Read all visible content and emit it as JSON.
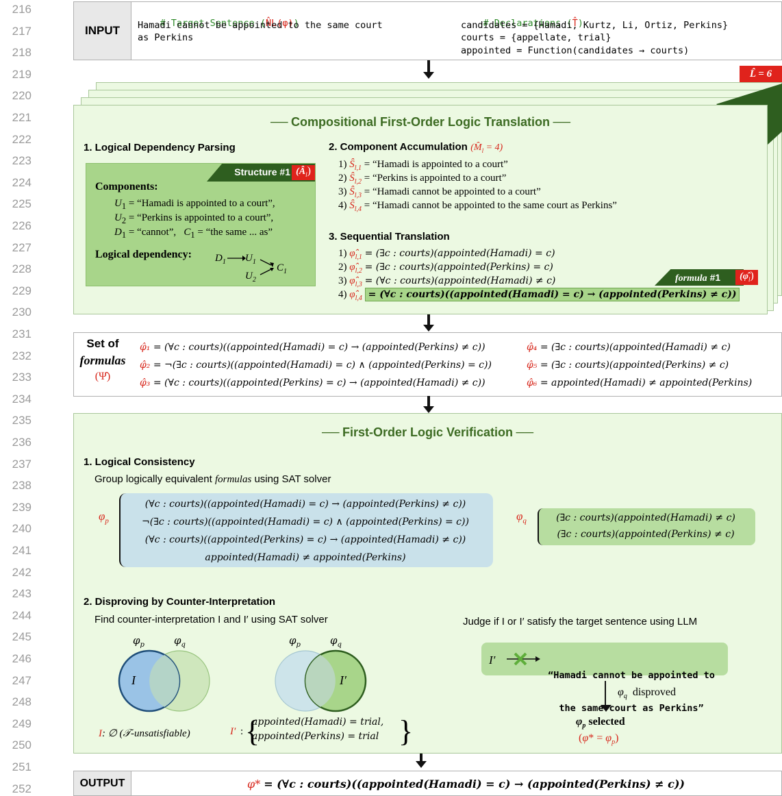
{
  "line_numbers": [
    "216",
    "217",
    "218",
    "219",
    "220",
    "221",
    "222",
    "223",
    "224",
    "225",
    "226",
    "227",
    "228",
    "229",
    "230",
    "231",
    "232",
    "233",
    "234",
    "235",
    "236",
    "237",
    "238",
    "239",
    "240",
    "241",
    "242",
    "243",
    "244",
    "245",
    "246",
    "247",
    "248",
    "249",
    "250",
    "251",
    "252"
  ],
  "input": {
    "label": "INPUT",
    "target_comment": "# Target Sentence (",
    "target_symbol": "N̂L(φ)",
    "target_close": ")",
    "target_text_1": "Hamadi cannot be appointed to the same court",
    "target_text_2": "as Perkins",
    "decl_comment": "# Declarations (",
    "decl_symbol": "T̂",
    "decl_close": ")",
    "decl_1": "candidates = {Hamadi, Kurtz, Li, Ortiz, Perkins}",
    "decl_2": "courts = {appellate, trial}",
    "decl_3": "appointed = Function(candidates → courts)"
  },
  "stack": {
    "badge": "L̂ = 6",
    "title": "Compositional First-Order Logic Translation",
    "parsing": {
      "title": "1. Logical Dependency Parsing",
      "structure_tag": "Structure #1",
      "structure_sym": "(Â",
      "structure_sub": "l",
      "structure_close": ")",
      "components_label": "Components",
      "u1": "= “Hamadi is appointed to a court”,",
      "u2": "= “Perkins is appointed to a court”,",
      "d1": "= “cannot”,",
      "c1": "= “the same ... as”",
      "dependency_label": "Logical dependency"
    },
    "accumulation": {
      "title": "2. Component Accumulation",
      "count": "(M̂",
      "count_sub": "l",
      "count_rest": " = 4)",
      "items": [
        {
          "n": "1)",
          "sub": "l,1",
          "text": "= “Hamadi is appointed to a court”"
        },
        {
          "n": "2)",
          "sub": "l,2",
          "text": "= “Perkins is appointed to a court”"
        },
        {
          "n": "3)",
          "sub": "l,3",
          "text": "= “Hamadi cannot be appointed to a court”"
        },
        {
          "n": "4)",
          "sub": "l,4",
          "text": "= “Hamadi cannot be appointed to the same court as Perkins”"
        }
      ]
    },
    "translation": {
      "title": "3. Sequential Translation",
      "items": [
        {
          "n": "1)",
          "sub": "l,1",
          "text": "= (∃c : courts)(appointed(Hamadi) = c)"
        },
        {
          "n": "2)",
          "sub": "l,2",
          "text": "= (∃c : courts)(appointed(Perkins) = c)"
        },
        {
          "n": "3)",
          "sub": "l,3",
          "text": "= (∀c : courts)(appointed(Hamadi) ≠ c)"
        },
        {
          "n": "4)",
          "sub": "l,4",
          "text": "= (∀c : courts)((appointed(Hamadi) = c) → (appointed(Perkins) ≠ c))"
        }
      ],
      "formula_tag": "formula",
      "formula_num": "#1",
      "formula_sym": "(φ̂",
      "formula_sub": "l",
      "formula_close": ")"
    }
  },
  "formula_set": {
    "label_1": "Set of",
    "label_2": "formulas",
    "label_3": "(Ψ̂)",
    "left": [
      {
        "sym": "φ̂₁",
        "text": "= (∀c : courts)((appointed(Hamadi) = c) → (appointed(Perkins) ≠ c))"
      },
      {
        "sym": "φ̂₂",
        "text": "= ¬(∃c : courts)((appointed(Hamadi) = c) ∧ (appointed(Perkins) = c))"
      },
      {
        "sym": "φ̂₃",
        "text": "= (∀c : courts)((appointed(Perkins) = c) → (appointed(Hamadi) ≠ c))"
      }
    ],
    "right": [
      {
        "sym": "φ̂₄",
        "text": "= (∃c : courts)(appointed(Hamadi) ≠ c)"
      },
      {
        "sym": "φ̂₅",
        "text": "= (∃c : courts)(appointed(Perkins) ≠ c)"
      },
      {
        "sym": "φ̂₆",
        "text": "= appointed(Hamadi) ≠ appointed(Perkins)"
      }
    ]
  },
  "verification": {
    "title": "First-Order Logic Verification",
    "consistency_title": "1. Logical Consistency",
    "consistency_desc_1": "Group logically equivalent ",
    "consistency_desc_2": "formulas",
    "consistency_desc_3": " using SAT solver",
    "phi_p": "φp",
    "phi_q": "φq",
    "group_p": [
      "(∀c : courts)((appointed(Hamadi) = c) → (appointed(Perkins) ≠ c))",
      "¬(∃c : courts)((appointed(Hamadi) = c) ∧ (appointed(Perkins) = c))",
      "(∀c : courts)((appointed(Perkins) = c) → (appointed(Hamadi) ≠ c))",
      "appointed(Hamadi) ≠ appointed(Perkins)"
    ],
    "group_q": [
      "(∃c : courts)(appointed(Hamadi) ≠ c)",
      "(∃c : courts)(appointed(Perkins) ≠ c)"
    ],
    "disprove_title": "2. Disproving by Counter-Interpretation",
    "disprove_desc": "Find counter-interpretation I and I′ using SAT solver",
    "judge_desc": "Judge if I or I′ satisfy the target sentence using LLM",
    "venn_i": "I",
    "venn_i2": "I′",
    "i_label": "I",
    "i_result": ": ∅  (𝒯-unsatisfiable)",
    "i2_label": "I′",
    "i2_line1": "appointed(Hamadi) = trial,",
    "i2_line2": "appointed(Perkins) = trial",
    "judge_i": "I′",
    "judge_quote_1": "“Hamadi cannot be appointed to",
    "judge_quote_2": "the same court as Perkins”",
    "disproved": "φq  disproved",
    "selected": "φp selected",
    "selected_eq": "(φ* = φp)"
  },
  "output": {
    "label": "OUTPUT",
    "sym": "φ*",
    "formula": "= (∀c : courts)((appointed(Hamadi) = c) → (appointed(Perkins) ≠ c))"
  },
  "colors": {
    "red": "#d7261b",
    "green_panel": "#ecf9e2",
    "green_dark": "#3c6b22",
    "green_block": "#a8d58a",
    "blue_block": "#c9e1ea"
  }
}
